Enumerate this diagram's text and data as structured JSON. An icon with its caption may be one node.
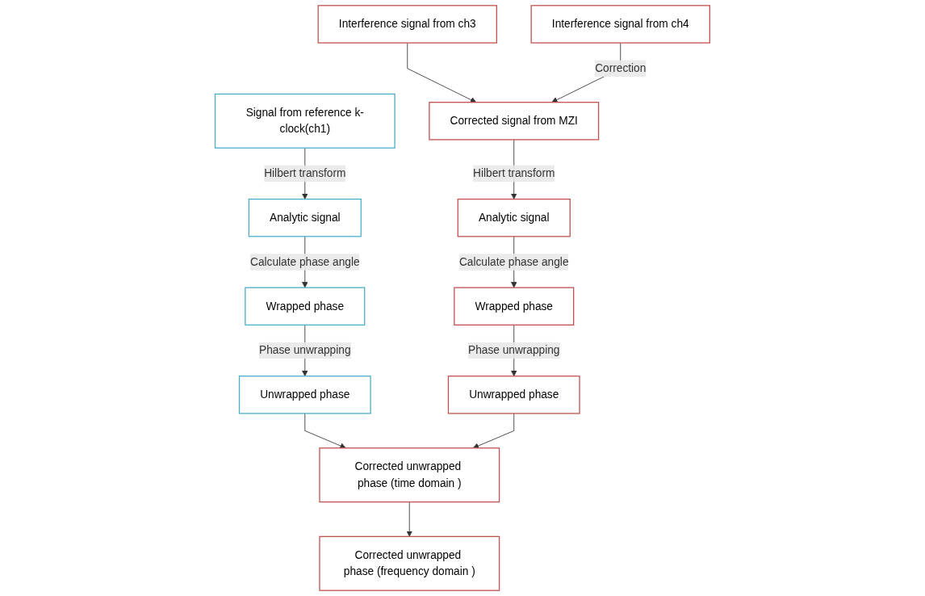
{
  "diagram": {
    "nodes": [
      {
        "text": [
          "Interference signal from ch3"
        ]
      },
      {
        "text": [
          "Interference signal from ch4"
        ]
      },
      {
        "text": [
          "Signal from reference k-clock(ch1)"
        ]
      },
      {
        "text": [
          "Corrected signal from MZI"
        ]
      },
      {
        "text": [
          "Analytic signal"
        ]
      },
      {
        "text": [
          "Analytic signal"
        ]
      },
      {
        "text": [
          "Wrapped phase"
        ]
      },
      {
        "text": [
          "Wrapped phase"
        ]
      },
      {
        "text": [
          "Unwrapped phase"
        ]
      },
      {
        "text": [
          "Unwrapped phase"
        ]
      },
      {
        "text": [
          "Corrected unwrapped phase (time domain )"
        ]
      },
      {
        "text": [
          "Corrected unwrapped phase (frequency domain )"
        ]
      }
    ],
    "edges": [
      {
        "from": 0,
        "to": 3,
        "arrow": "to"
      },
      {
        "from": 1,
        "to": 3,
        "arrow": "to",
        "label": "Correction"
      },
      {
        "from": 2,
        "to": 4,
        "arrow": "to",
        "label": "Hilbert transform"
      },
      {
        "from": 3,
        "to": 5,
        "arrow": "to",
        "label": "Hilbert transform"
      },
      {
        "from": 4,
        "to": 6,
        "arrow": "to",
        "label": "Calculate phase angle"
      },
      {
        "from": 5,
        "to": 7,
        "arrow": "to",
        "label": "Calculate phase angle"
      },
      {
        "from": 6,
        "to": 8,
        "arrow": "to",
        "label": "Phase unwrapping"
      },
      {
        "from": 7,
        "to": 9,
        "arrow": "to",
        "label": "Phase unwrapping"
      },
      {
        "from": 8,
        "to": 10,
        "arrow": "to"
      },
      {
        "from": 9,
        "to": 10,
        "arrow": "to"
      },
      {
        "from": 10,
        "to": 11,
        "arrow": "to"
      }
    ]
  }
}
